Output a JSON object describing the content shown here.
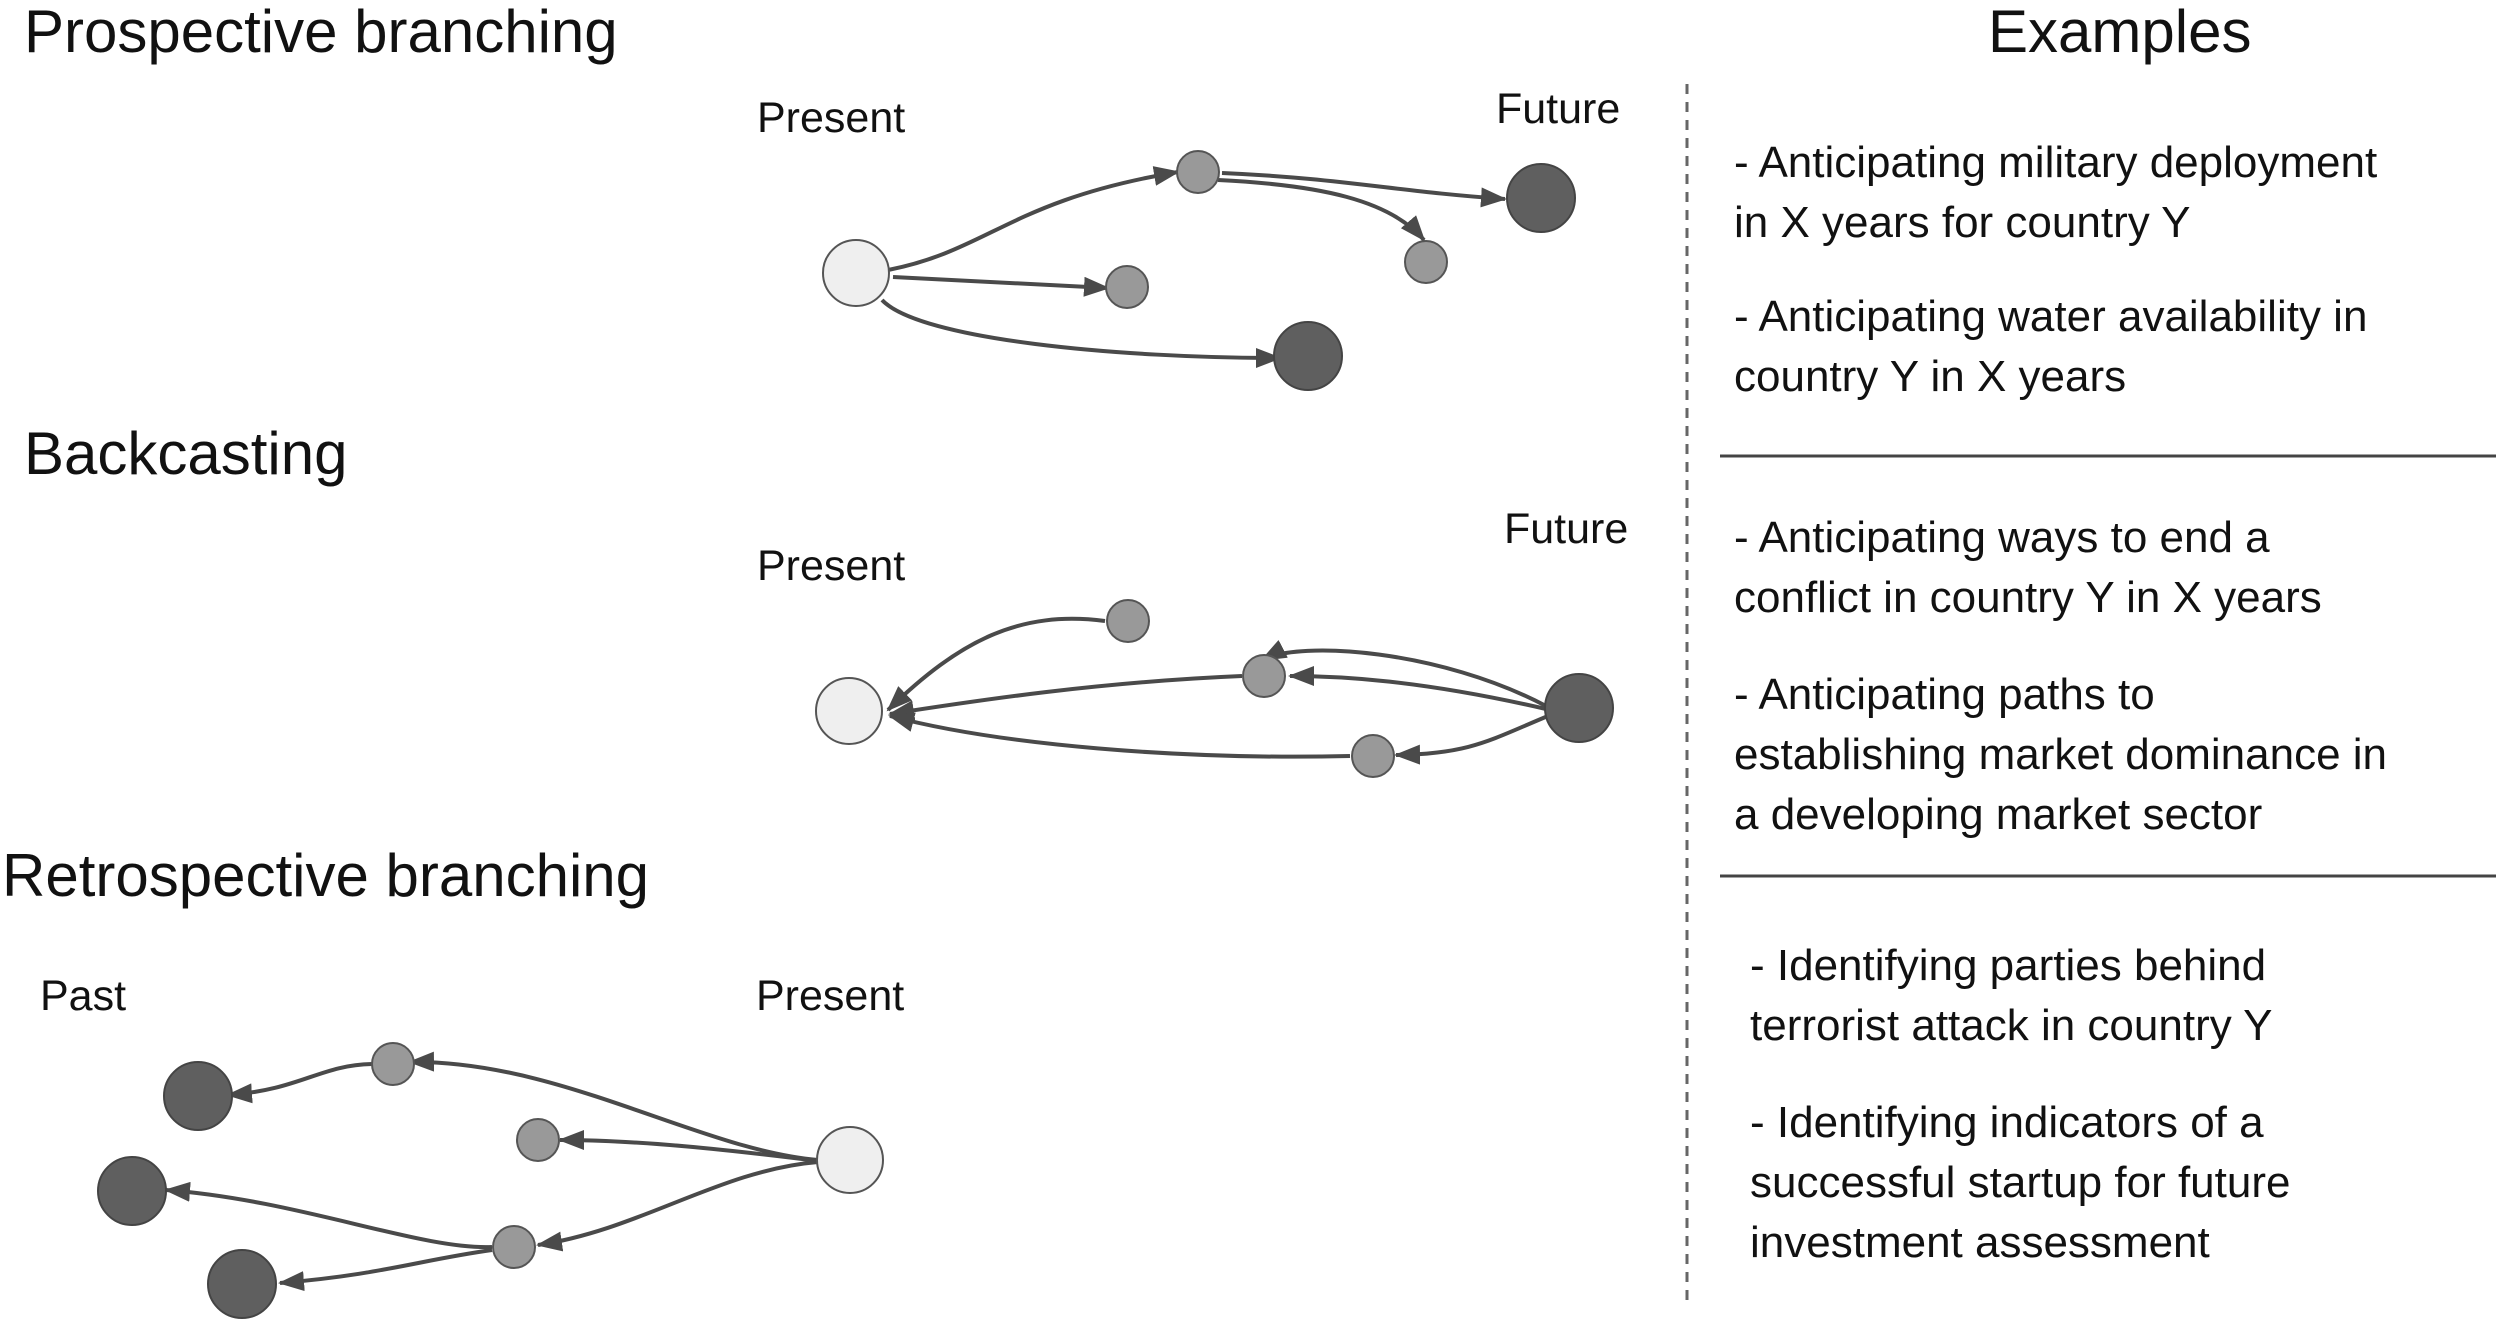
{
  "examples_heading": "Examples",
  "sections": [
    {
      "title": "Prospective branching",
      "start_label": "Present",
      "end_label": "Future",
      "examples": [
        {
          "line1": "- Anticipating military deployment",
          "line2": "in X years for country Y"
        },
        {
          "line1": "- Anticipating water availability in",
          "line2": "country Y in X years"
        }
      ]
    },
    {
      "title": "Backcasting",
      "start_label": "Present",
      "end_label": "Future",
      "examples": [
        {
          "line1": "- Anticipating ways to end a",
          "line2": "conflict in country Y in X years"
        },
        {
          "line1": "- Anticipating paths to",
          "line2": "establishing market dominance in",
          "line3": "a developing market sector"
        }
      ]
    },
    {
      "title": "Retrospective branching",
      "start_label": "Past",
      "end_label": "Present",
      "examples": [
        {
          "line1": "- Identifying parties behind",
          "line2": "terrorist attack in country Y"
        },
        {
          "line1": "- Identifying indicators of a",
          "line2": "successful startup for future",
          "line3": "investment assessment"
        }
      ]
    }
  ],
  "colors": {
    "present_node_fill": "#efefef",
    "intermediate_node_fill": "#999999",
    "outcome_node_fill": "#5f5f5f",
    "edge_color": "#4a4a4a",
    "node_stroke": "#555555"
  }
}
